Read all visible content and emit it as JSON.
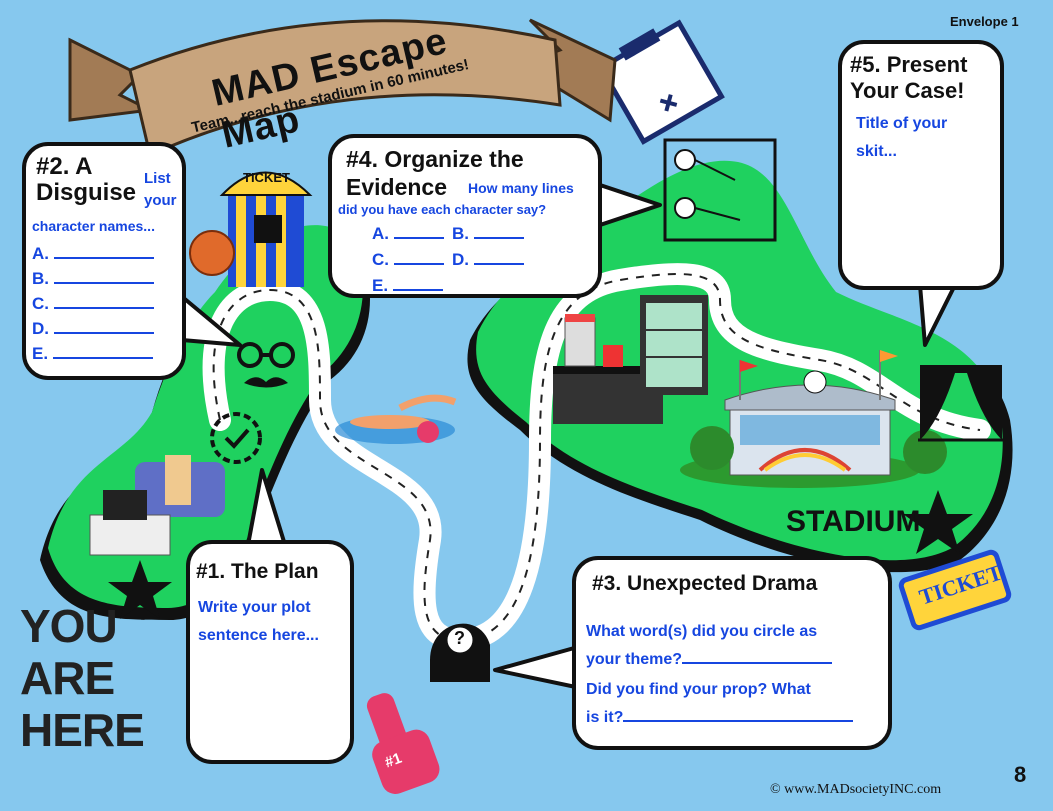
{
  "header": {
    "envelope": "Envelope 1",
    "banner_title": "MAD Escape Map",
    "banner_subtitle": "Team...reach the stadium in 60 minutes!"
  },
  "step1": {
    "title": "#1. The Plan",
    "prompt_line1": "Write your plot",
    "prompt_line2": "sentence here..."
  },
  "step2": {
    "title_line1": "#2. A",
    "title_line2": "Disguise",
    "prompt_a": "List",
    "prompt_b": "your",
    "prompt_c": "character names...",
    "items": [
      "A.",
      "B.",
      "C.",
      "D.",
      "E."
    ]
  },
  "step3": {
    "title": "#3. Unexpected Drama",
    "q1_line1": "What word(s) did you circle as",
    "q1_line2": "your theme?",
    "q2_line1": "Did you find your prop? What",
    "q2_line2": "is it?"
  },
  "step4": {
    "title_line1": "#4. Organize the",
    "title_line2": "Evidence",
    "prompt_a": "How many lines",
    "prompt_b": "did you have each character say?",
    "left_items": [
      "A.",
      "C.",
      "E."
    ],
    "right_items": [
      "B.",
      "D."
    ]
  },
  "step5": {
    "title_line1": "#5. Present",
    "title_line2": "Your Case!",
    "prompt_line1": "Title of your",
    "prompt_line2": "skit..."
  },
  "labels": {
    "you": "YOU",
    "are": "ARE",
    "here": "HERE",
    "stadium": "STADIUM",
    "ticket_booth": "TICKET",
    "ticket_stub": "TICKET",
    "foam_finger": "#1",
    "mystery": "?"
  },
  "footer": {
    "copyright": "© www.MADsocietyINC.com",
    "page_number": "8"
  },
  "colors": {
    "sky": "#86c8ee",
    "land": "#1fd15f",
    "accent_blue": "#1646e0",
    "banner": "#c8a47d"
  }
}
